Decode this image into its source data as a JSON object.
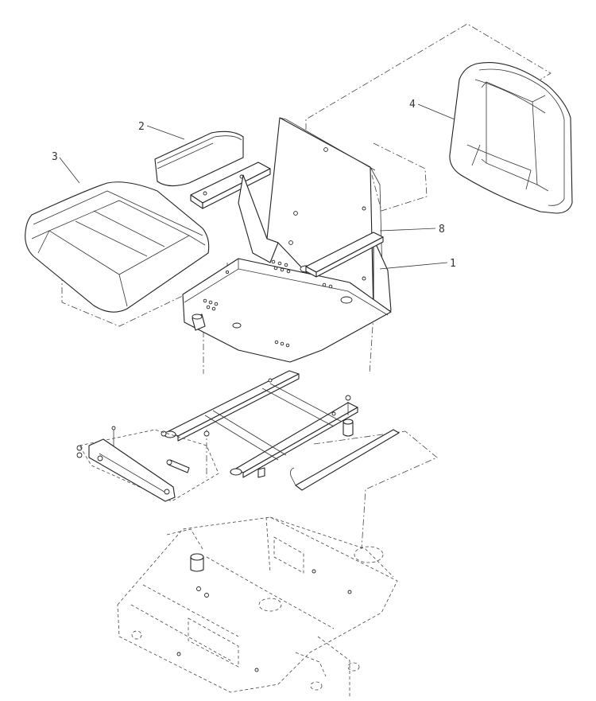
{
  "callouts": {
    "c1": "1",
    "c2": "2",
    "c3": "3",
    "c4": "4",
    "c8": "8"
  },
  "parts": [
    "seat-base",
    "left-armrest",
    "seat-cushion",
    "back-cushion",
    "right-armrest-bracket",
    "seat-slide-frame",
    "seat-support-pan",
    "seat-latch-rod",
    "tractor-frame"
  ]
}
